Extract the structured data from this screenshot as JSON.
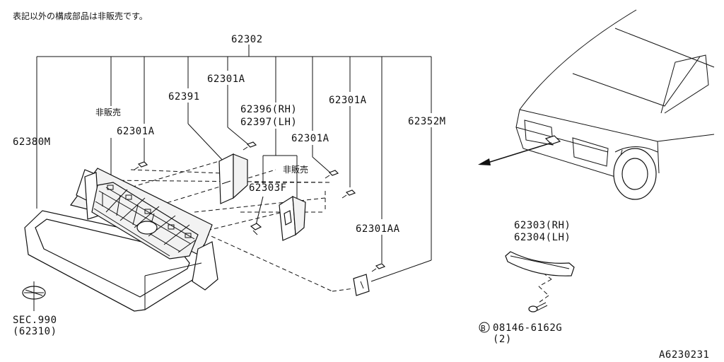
{
  "header_note": "表記以外の構成部品は非販売です。",
  "diagram_id": "A6230231",
  "labels": {
    "assembly": "62302",
    "grille": "62380M",
    "not_sold_left": "非販売",
    "clip_left": "62301A",
    "bracket": "62391",
    "clip_top": "62301A",
    "bracket_rh": "62396(RH)",
    "bracket_lh": "62397(LH)",
    "clip_mid": "62301A",
    "not_sold_mid": "非販売",
    "clip_right": "62301A",
    "retainer": "62303F",
    "mount": "62352M",
    "clip_low": "62301AA",
    "molding_rh": "62303(RH)",
    "molding_lh": "62304(LH)",
    "sec_ref": "SEC.990",
    "sec_part": "(62310)",
    "bolt_circle": "B",
    "bolt": "08146-6162G",
    "bolt_qty": "(2)"
  }
}
